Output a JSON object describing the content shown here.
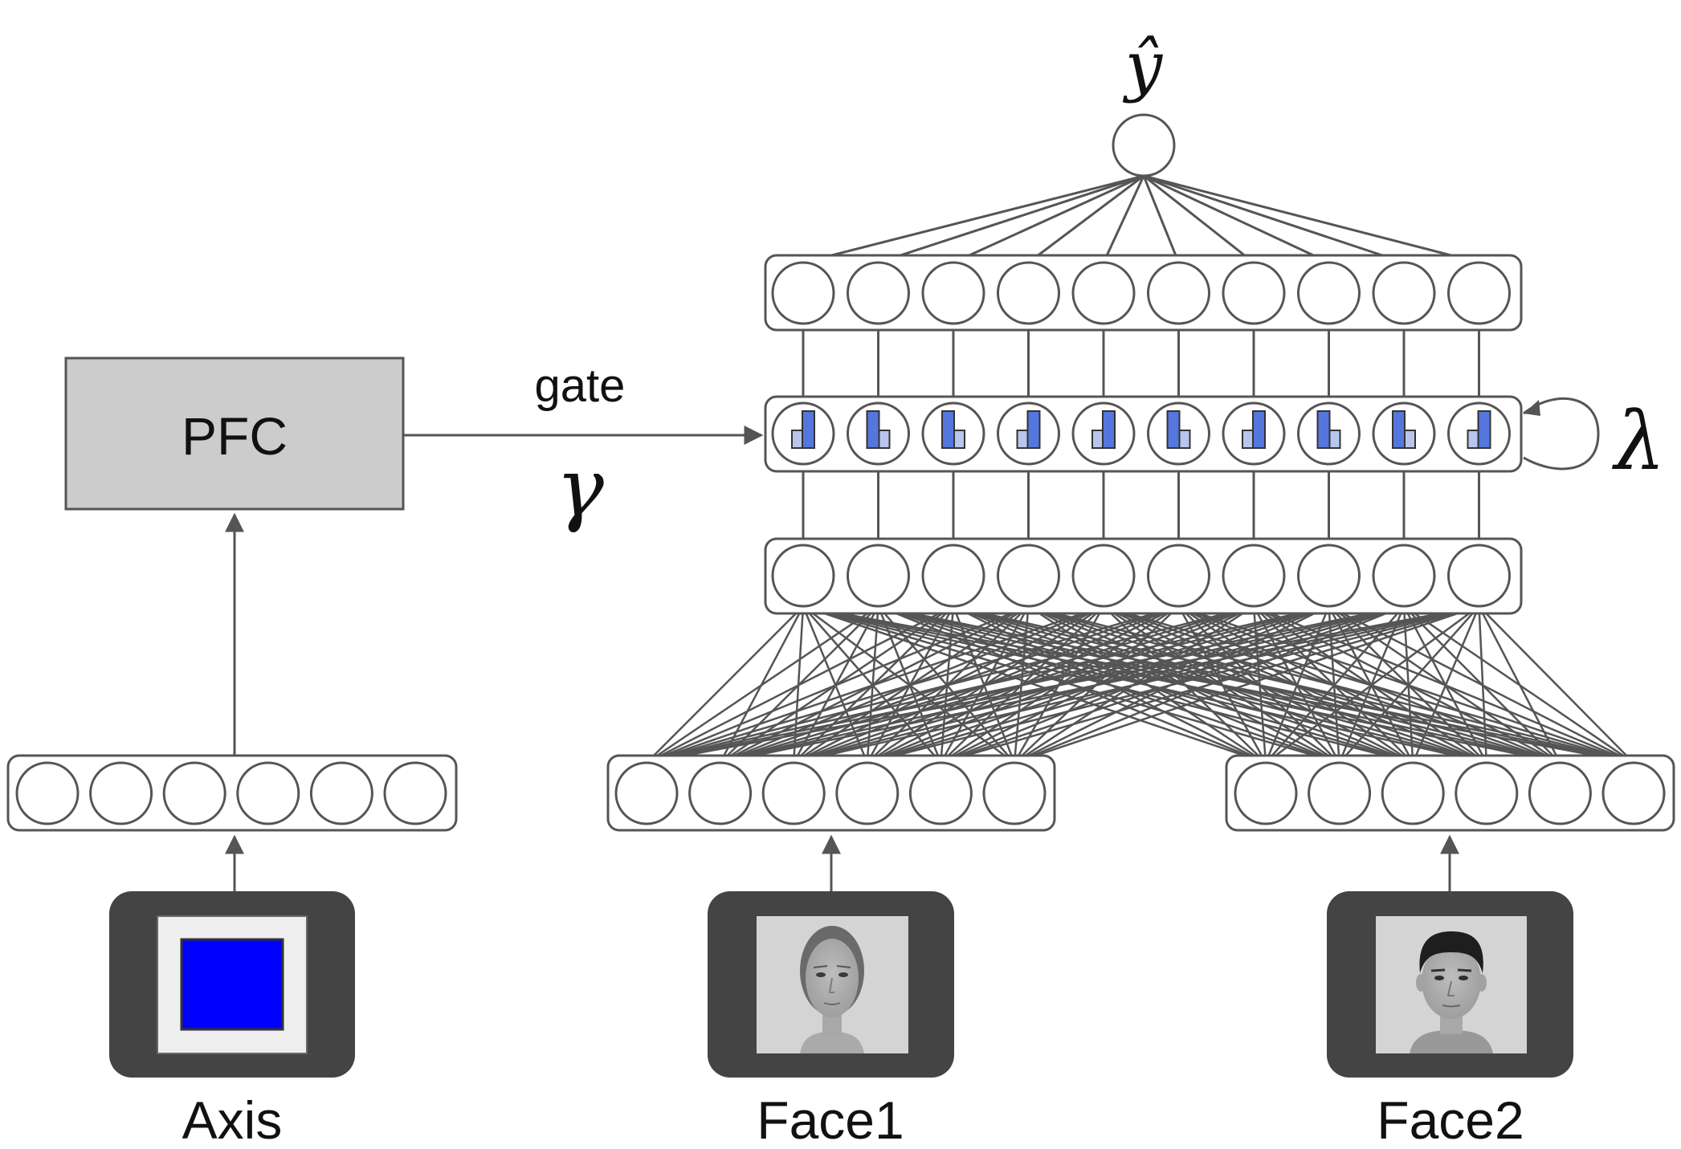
{
  "title": "",
  "labels": {
    "pfc": "PFC",
    "gate": "gate",
    "gamma": "γ",
    "lambda": "λ",
    "output": "ŷ",
    "axis": "Axis",
    "face1": "Face1",
    "face2": "Face2"
  },
  "layers": {
    "axis_units": 6,
    "face1_units": 6,
    "face2_units": 6,
    "hidden_units": 10
  },
  "colors": {
    "stroke": "#555555",
    "pfc_fill": "#cccccc",
    "frame": "#444444",
    "axis_bg": "#eeeeee",
    "axis_square": "#0000ff",
    "bar_dark": "#5577dd",
    "bar_light": "#b8c6ee",
    "face_bg": "#d4d4d4"
  },
  "icons": {
    "axis_stimulus": "blue-square-icon",
    "face1_stimulus": "female-face-icon",
    "face2_stimulus": "male-face-icon",
    "recurrence": "self-loop-arrow-icon"
  }
}
